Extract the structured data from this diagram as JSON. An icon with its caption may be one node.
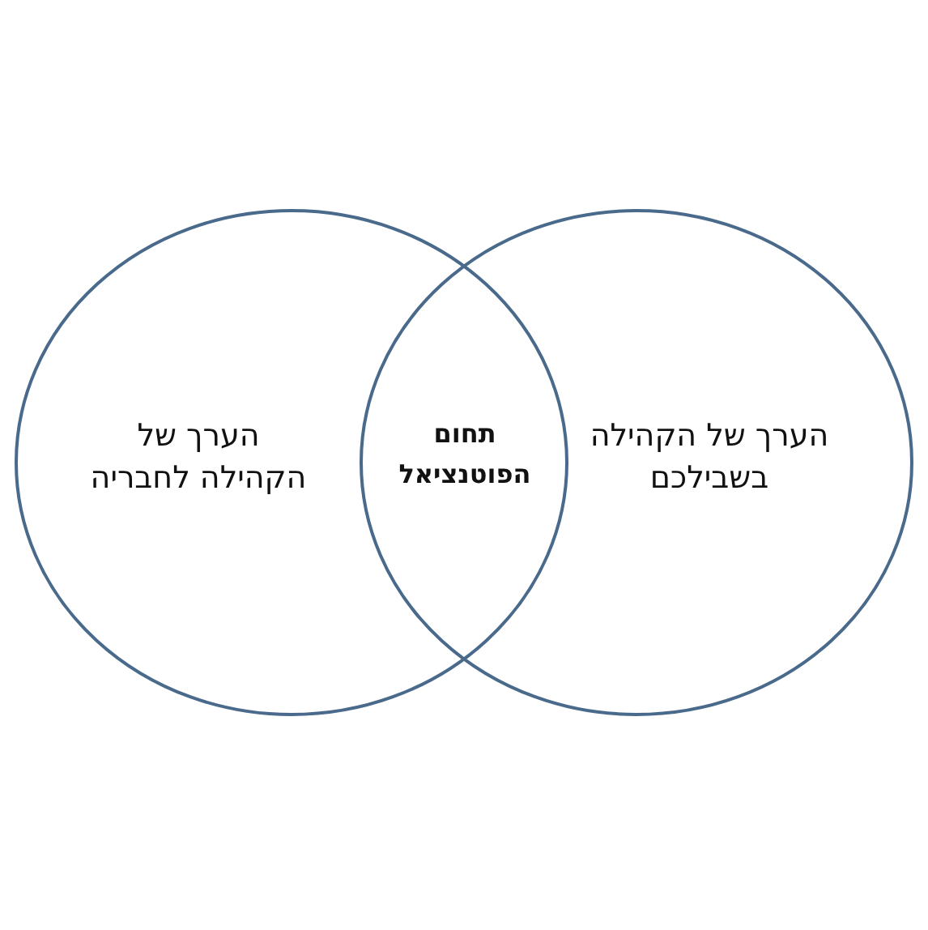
{
  "diagram": {
    "nodes": [
      {
        "text": [
          "הערך של הקהילה לחבריה"
        ]
      },
      {
        "text": [
          "הערך של הקהילה בשבילכם"
        ]
      }
    ],
    "labels": [
      "תחום הפוטנציאל"
    ]
  }
}
